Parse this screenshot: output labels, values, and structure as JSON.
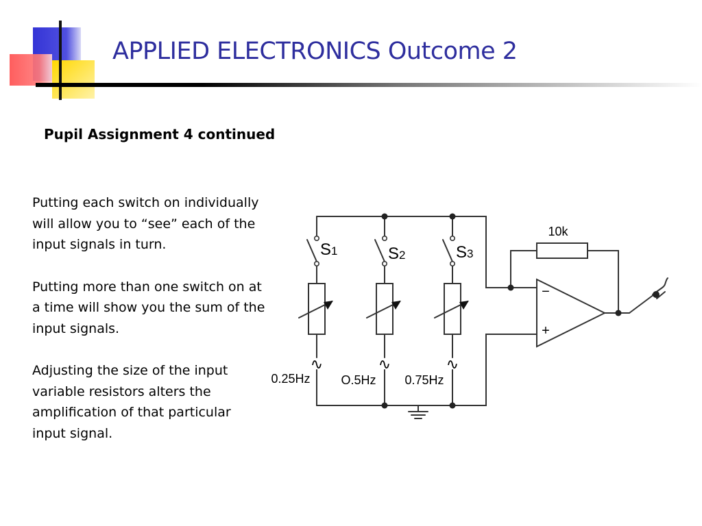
{
  "slide": {
    "title": "APPLIED ELECTRONICS Outcome 2",
    "subtitle": "Pupil Assignment 4 continued",
    "paragraphs": [
      "Putting each switch on individually will allow you to “see” each of the input signals in turn.",
      "Putting more than one switch on at a time will show you the sum of the input signals.",
      "Adjusting the size of the input variable resistors alters the amplification of that particular input signal."
    ]
  },
  "circuit": {
    "switches": [
      {
        "letter": "S",
        "index": "1"
      },
      {
        "letter": "S",
        "index": "2"
      },
      {
        "letter": "S",
        "index": "3"
      }
    ],
    "inputs": [
      {
        "frequency": "0.25Hz",
        "symbol": "∿"
      },
      {
        "frequency": "O.5Hz",
        "symbol": "∿"
      },
      {
        "frequency": "0.75Hz",
        "symbol": "∿"
      }
    ],
    "feedback_resistor": "10k",
    "opamp": {
      "inverting": "−",
      "non_inverting": "+"
    },
    "colors": {
      "wire": "#333333",
      "title": "#2e2e9e"
    }
  }
}
